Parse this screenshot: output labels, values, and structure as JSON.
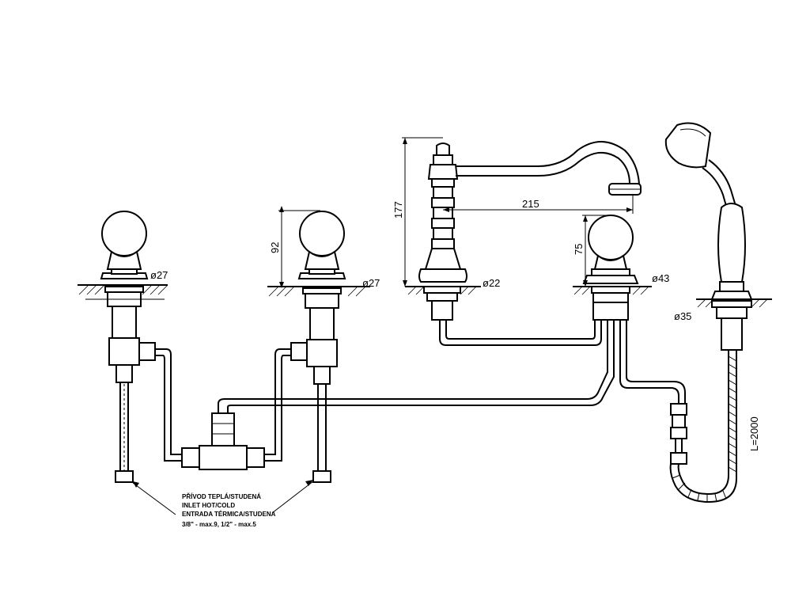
{
  "dimensions": {
    "d27_left": "ø27",
    "h92": "92",
    "d27_mid": "ø27",
    "h177": "177",
    "w215": "215",
    "d22": "ø22",
    "h75": "75",
    "d43": "ø43",
    "d35": "ø35",
    "hose_len": "L=2000"
  },
  "inlet_note": {
    "line1": "PŘÍVOD TEPLÁ/STUDENÁ",
    "line2": "INLET HOT/COLD",
    "line3": "ENTRADA TÉRMICA/STUDENA",
    "line4": "3/8\" - max.9, 1/2\" - max.5"
  }
}
